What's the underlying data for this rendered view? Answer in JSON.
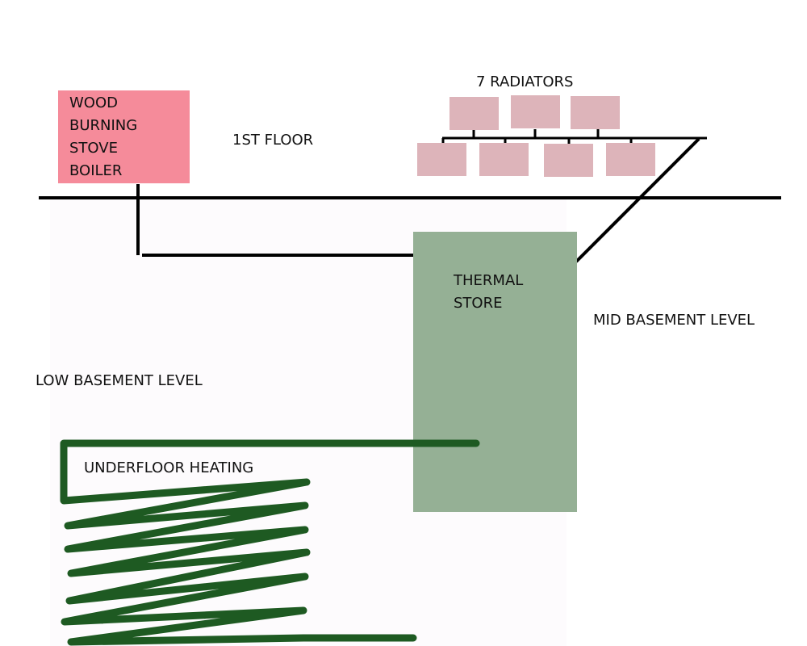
{
  "labels": {
    "boiler_lines": [
      "WOOD",
      "BURNING",
      "STOVE",
      "BOILER"
    ],
    "first_floor": "1ST FLOOR",
    "radiators": "7 RADIATORS",
    "thermal_store_lines": [
      "THERMAL",
      "STORE"
    ],
    "mid_basement": "MID BASEMENT LEVEL",
    "low_basement": "LOW BASEMENT LEVEL",
    "underfloor": "UNDERFLOOR HEATING"
  },
  "colors": {
    "boiler": "#f58b9a",
    "radiator": "#ddb4ba",
    "thermal_store": "#95b095",
    "underfloor_pipe": "#1e5a22",
    "pipe": "#000000",
    "basement_tint": "#fdfbfd"
  }
}
